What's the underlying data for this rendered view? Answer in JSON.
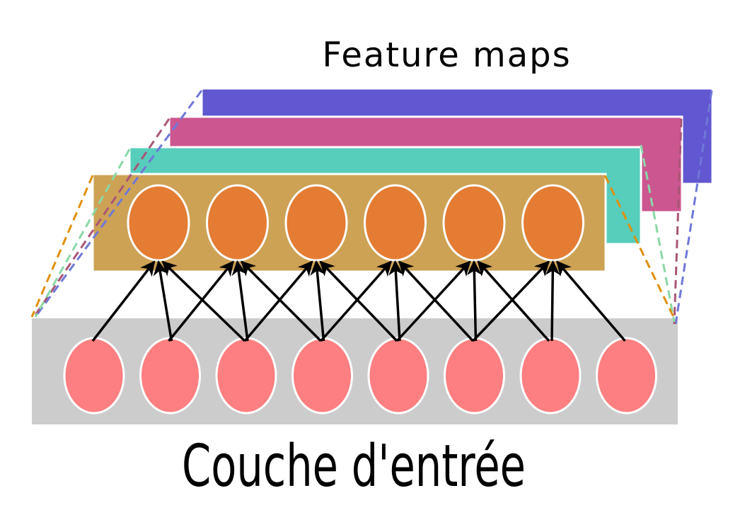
{
  "title": "Feature maps",
  "input_label": "Couche d'entrée",
  "colors": {
    "map_back": "#6157d0",
    "map_second": "#cc5690",
    "map_third": "#57cdbb",
    "map_front": "#cda255",
    "hidden_neuron": "#e47c33",
    "input_neuron": "#fe7f81",
    "input_layer": "#cccccc",
    "neuron_outline": "#ffffff",
    "arrow": "#000000",
    "dash_back": "#6f78d8",
    "dash_second": "#a85676",
    "dash_third": "#8ad8a6",
    "dash_front": "#e0900c"
  },
  "network": {
    "input_neurons": 8,
    "feature_map_neurons": 6,
    "receptive_field": 3,
    "feature_map_count": 4
  }
}
